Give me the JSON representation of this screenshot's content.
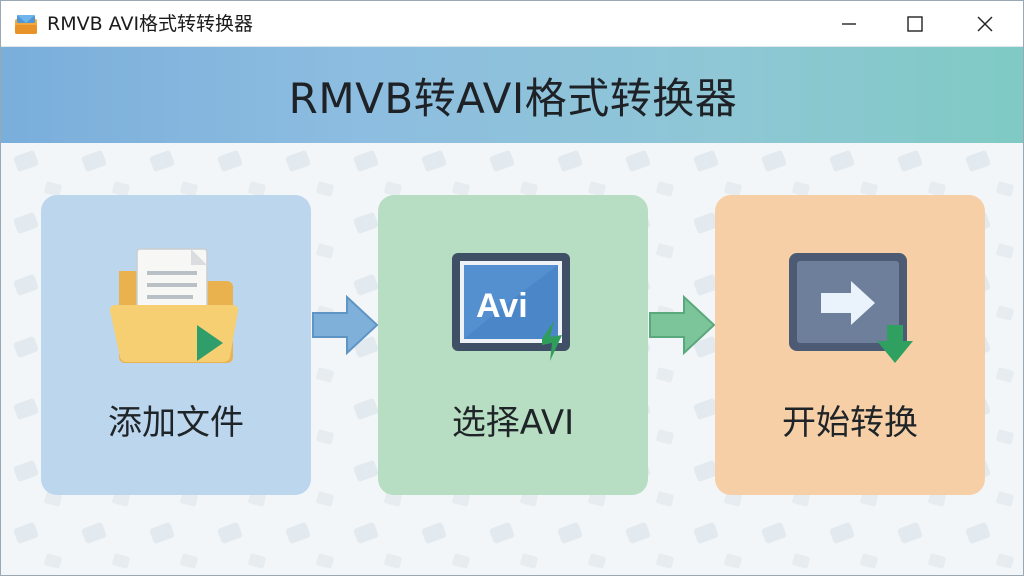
{
  "window": {
    "title": "RMVB AVI格式转转换器",
    "icon": "app-icon",
    "controls": [
      "minimize-icon",
      "maximize-icon",
      "close-icon"
    ]
  },
  "header": {
    "title": "RMVB转AVI格式转换器"
  },
  "steps": [
    {
      "label": "添加文件",
      "icon": "add-file-folder-icon",
      "color": "#bcd6ee"
    },
    {
      "label": "选择AVI",
      "icon": "avi-format-icon",
      "color": "#b7ddc2",
      "icon_text": "Avi"
    },
    {
      "label": "开始转换",
      "icon": "start-convert-icon",
      "color": "#f6cfa6"
    }
  ],
  "arrows": [
    {
      "icon": "right-arrow-icon",
      "color": "#7fb0da"
    },
    {
      "icon": "right-arrow-icon",
      "color": "#7cc49a"
    }
  ]
}
